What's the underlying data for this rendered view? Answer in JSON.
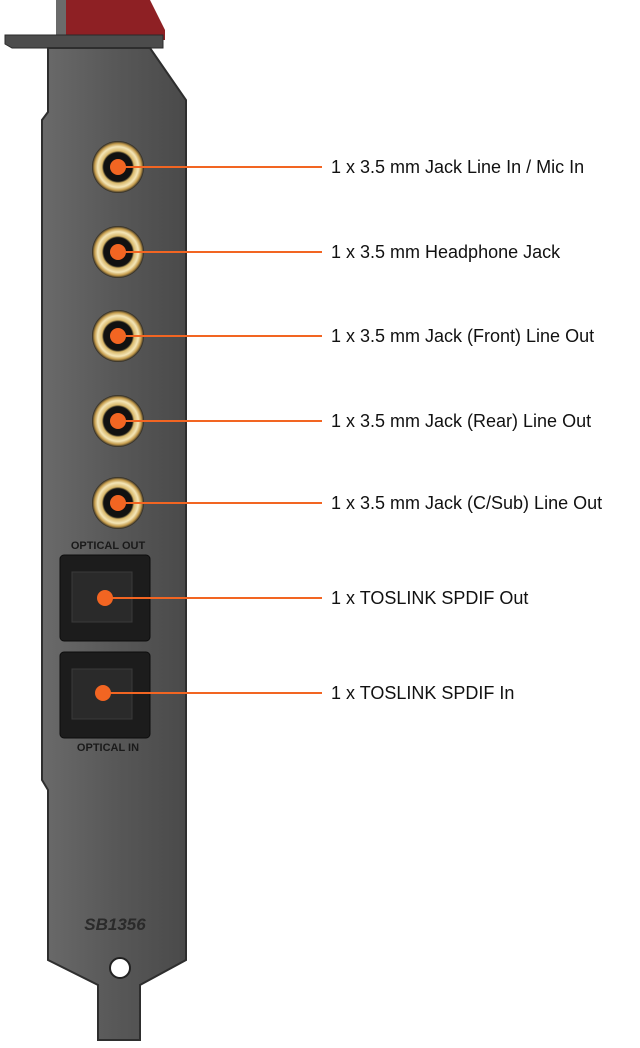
{
  "accent_color": "#f26522",
  "bracket": {
    "model": "SB1356",
    "optical_out_label": "OPTICAL OUT",
    "optical_in_label": "OPTICAL IN"
  },
  "callouts": [
    {
      "label": "1 x 3.5 mm Jack Line In / Mic In",
      "icon": "microphone-icon"
    },
    {
      "label": "1 x 3.5 mm Headphone Jack",
      "icon": "headphone-icon"
    },
    {
      "label": "1 x 3.5 mm Jack (Front) Line Out",
      "icon": "speaker-1-icon"
    },
    {
      "label": "1 x 3.5 mm Jack (Rear) Line Out",
      "icon": "speaker-2-icon"
    },
    {
      "label": "1 x 3.5 mm Jack (C/Sub) Line Out",
      "icon": "speaker-3-icon"
    },
    {
      "label": "1 x TOSLINK SPDIF Out",
      "icon": "optical-port"
    },
    {
      "label": "1 x TOSLINK SPDIF In",
      "icon": "optical-port"
    }
  ]
}
